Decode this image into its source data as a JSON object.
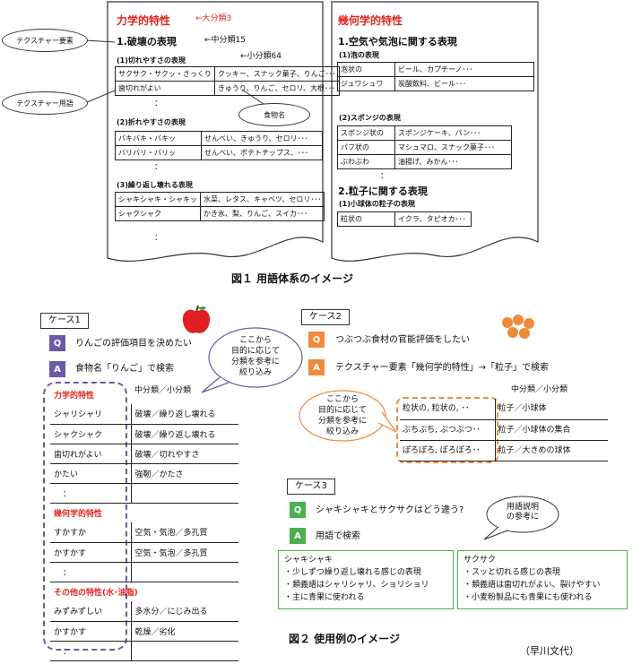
{
  "fig1": {
    "left": {
      "major_title": "力学的特性",
      "note_major": "←大分類3",
      "middle_title": "1.破壊の表現",
      "note_middle": "←中分類15",
      "note_minor": "←小分類64",
      "groups": [
        {
          "title": "(1)切れやすさの表現",
          "rows": [
            [
              "サクサク・サクッ・さっくり",
              "クッキー、スナック菓子、りんご･･･"
            ],
            [
              "歯切れがよい",
              "きゅうり、りんご、セロリ、大根･･･"
            ]
          ]
        },
        {
          "title": "(2)折れやすさの表現",
          "rows": [
            [
              "バキバキ・バキッ",
              "せんべい、きゅうり、セロリ･･･"
            ],
            [
              "バリバリ・バリッ",
              "せんべい、ポテトチップス、･･･"
            ]
          ]
        },
        {
          "title": "(3)繰り返し壊れる表現",
          "rows": [
            [
              "シャキシャキ・シャキッ",
              "水菜、レタス、キャベツ、セロリ･･･"
            ],
            [
              "シャクシャク",
              "かき氷、梨、りんご、スイカ･･･"
            ]
          ]
        }
      ],
      "dots": "："
    },
    "right": {
      "major_title": "幾何学的特性",
      "middle_title": "1.空気や気泡に関する表現",
      "groups": [
        {
          "title": "(1)泡の表現",
          "rows": [
            [
              "泡状の",
              "ビール、カプチーノ･･･"
            ],
            [
              "ジュワシュワ",
              "炭酸飲料、ビール･･･"
            ]
          ]
        },
        {
          "title": "(2)スポンジの表現",
          "rows": [
            [
              "スポンジ状の",
              "スポンジケーキ、パン･･･"
            ],
            [
              "パフ状の",
              "マシュマロ、スナック菓子･･･"
            ],
            [
              "ぶわぶわ",
              "油揚げ、みかん･･･"
            ]
          ]
        }
      ],
      "middle_title2": "2.粒子に関する表現",
      "group3": {
        "title": "(1)小球体の粒子の表現",
        "rows": [
          [
            "粒状の",
            "イクラ、タピオカ･･･"
          ]
        ]
      },
      "dots": "："
    },
    "callouts": {
      "texture_element": "テクスチャー要素",
      "texture_term": "テクスチャー用語",
      "food_name": "食物名"
    },
    "caption": "図１ 用語体系のイメージ"
  },
  "case1": {
    "label": "ケース1",
    "q": "Q",
    "q_text": "りんごの評価項目を決めたい",
    "a": "A",
    "a_text": "食物名「りんご」で検索",
    "bubble": "ここから\n目的に応じて\n分類を参考に\n絞り込み",
    "col_header": "中分類／小分類",
    "sections": [
      {
        "title": "力学的特性",
        "rows": [
          [
            "シャリシャリ",
            "破壊／繰り返し壊れる"
          ],
          [
            "シャクシャク",
            "破壊／繰り返し壊れる"
          ],
          [
            "歯切れがよい",
            "破壊／切れやすさ"
          ],
          [
            "かたい",
            "強靭／かたさ"
          ],
          [
            "：",
            ""
          ]
        ]
      },
      {
        "title": "幾何学的特性",
        "rows": [
          [
            "すかすか",
            "空気・気泡／多孔質"
          ],
          [
            "かすかす",
            "空気・気泡／多孔質"
          ],
          [
            "：",
            ""
          ]
        ]
      },
      {
        "title": "その他の特性(水･油脂)",
        "rows": [
          [
            "みずみずしい",
            "多水分／にじみ出る"
          ],
          [
            "かすかす",
            "乾燥／劣化"
          ],
          [
            "：",
            ""
          ]
        ]
      }
    ]
  },
  "case2": {
    "label": "ケース2",
    "q": "Q",
    "q_text": "つぶつぶ食材の官能評価をしたい",
    "a": "A",
    "a_text": "テクスチャー要素「幾何学的特性」→「粒子」で検索",
    "bubble": "ここから\n目的に応じて\n分類を参考に\n絞り込み",
    "col_header": "中分類／小分類",
    "rows": [
      [
        "粒状の, 粒状の, ･･",
        "粒子／小球体"
      ],
      [
        "ぷちぷち, ぷつぷつ･･",
        "粒子／小球体の集合"
      ],
      [
        "ぽろぽろ, ぽろぽろ･･",
        "粒子／大きめの球体"
      ]
    ]
  },
  "case3": {
    "label": "ケース3",
    "q": "Q",
    "q_text": "シャキシャキとサクサクはどう違う?",
    "a": "A",
    "a_text": "用語で検索",
    "bubble": "用語説明\nの参考に",
    "box1": {
      "title": "シャキシャキ",
      "lines": [
        "・少しずつ繰り返し壊れる感じの表現",
        "・類義語はシャリシャリ、ショリショリ",
        "・主に青果に使われる"
      ]
    },
    "box2": {
      "title": "サクサク",
      "lines": [
        "・スッと切れる感じの表現",
        "・類義語は歯切れがよい、裂けやすい",
        "・小麦粉製品にも青果にも使われる"
      ]
    }
  },
  "caption2": "図２ 使用例のイメージ",
  "author": "（早川文代）",
  "colors": {
    "red": "#e0261b",
    "purple": "#6b5aa6",
    "orange": "#f08a3b",
    "green": "#4caf50"
  }
}
